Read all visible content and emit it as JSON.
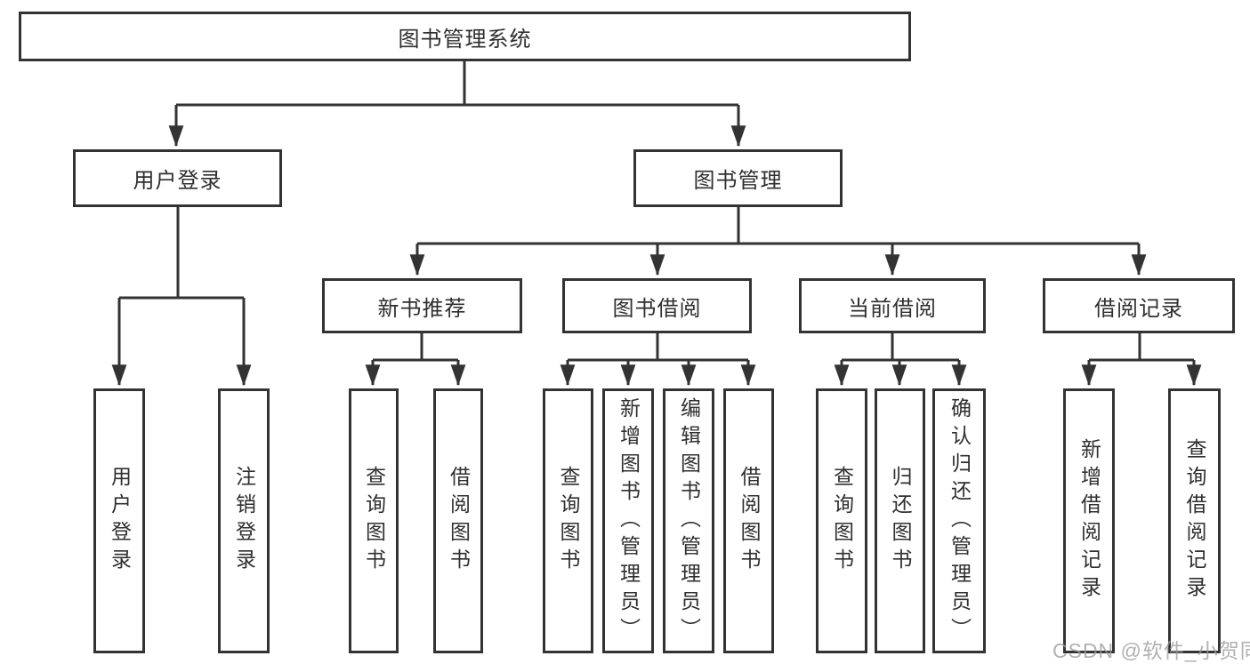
{
  "diagram": {
    "root": {
      "label": "图书管理系统"
    },
    "level2": [
      {
        "label": "用户登录"
      },
      {
        "label": "图书管理"
      }
    ],
    "level3": [
      {
        "label": "新书推荐"
      },
      {
        "label": "图书借阅"
      },
      {
        "label": "当前借阅"
      },
      {
        "label": "借阅记录"
      }
    ],
    "leaves": [
      {
        "label": "用户登录"
      },
      {
        "label": "注销登录"
      },
      {
        "label": "查询图书"
      },
      {
        "label": "借阅图书"
      },
      {
        "label": "查询图书"
      },
      {
        "label": "新增图书（管理员）"
      },
      {
        "label": "编辑图书（管理员）"
      },
      {
        "label": "借阅图书"
      },
      {
        "label": "查询图书"
      },
      {
        "label": "归还图书"
      },
      {
        "label": "确认归还（管理员）"
      },
      {
        "label": "新增借阅记录"
      },
      {
        "label": "查询借阅记录"
      }
    ]
  },
  "watermark": {
    "text": "CSDN @软件_小贺同学"
  },
  "colors": {
    "line": "#333333",
    "text": "#2f2f2f",
    "background": "#ffffff",
    "watermark": "#9b9b9b"
  }
}
